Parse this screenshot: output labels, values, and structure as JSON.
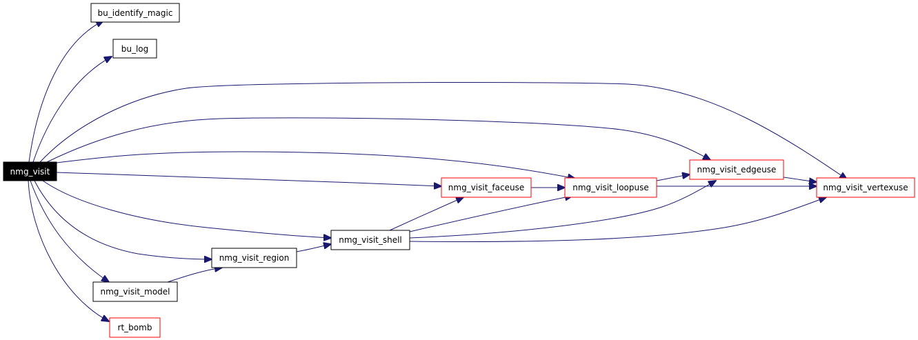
{
  "colors": {
    "edge": "#191970",
    "focus_fill": "#000000",
    "focus_text": "#ffffff",
    "documented_border": "#000000",
    "undocumented_border": "#ff0000"
  },
  "nodes": {
    "nmg_visit": "nmg_visit",
    "bu_identify_magic": "bu_identify_magic",
    "bu_log": "bu_log",
    "nmg_visit_faceuse": "nmg_visit_faceuse",
    "nmg_visit_loopuse": "nmg_visit_loopuse",
    "nmg_visit_edgeuse": "nmg_visit_edgeuse",
    "nmg_visit_vertexuse": "nmg_visit_vertexuse",
    "nmg_visit_shell": "nmg_visit_shell",
    "nmg_visit_region": "nmg_visit_region",
    "nmg_visit_model": "nmg_visit_model",
    "rt_bomb": "rt_bomb"
  },
  "edges": [
    [
      "nmg_visit",
      "bu_identify_magic"
    ],
    [
      "nmg_visit",
      "bu_log"
    ],
    [
      "nmg_visit",
      "nmg_visit_vertexuse"
    ],
    [
      "nmg_visit",
      "nmg_visit_edgeuse"
    ],
    [
      "nmg_visit",
      "nmg_visit_loopuse"
    ],
    [
      "nmg_visit",
      "nmg_visit_faceuse"
    ],
    [
      "nmg_visit",
      "nmg_visit_shell"
    ],
    [
      "nmg_visit",
      "nmg_visit_region"
    ],
    [
      "nmg_visit",
      "nmg_visit_model"
    ],
    [
      "nmg_visit",
      "rt_bomb"
    ],
    [
      "nmg_visit_model",
      "nmg_visit_region"
    ],
    [
      "nmg_visit_region",
      "nmg_visit_shell"
    ],
    [
      "nmg_visit_shell",
      "nmg_visit_faceuse"
    ],
    [
      "nmg_visit_shell",
      "nmg_visit_loopuse"
    ],
    [
      "nmg_visit_shell",
      "nmg_visit_edgeuse"
    ],
    [
      "nmg_visit_shell",
      "nmg_visit_vertexuse"
    ],
    [
      "nmg_visit_faceuse",
      "nmg_visit_loopuse"
    ],
    [
      "nmg_visit_loopuse",
      "nmg_visit_edgeuse"
    ],
    [
      "nmg_visit_loopuse",
      "nmg_visit_vertexuse"
    ],
    [
      "nmg_visit_edgeuse",
      "nmg_visit_vertexuse"
    ]
  ]
}
